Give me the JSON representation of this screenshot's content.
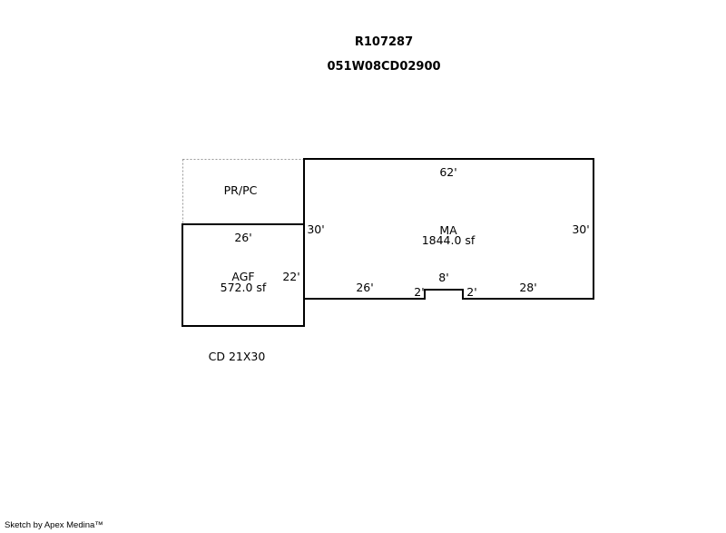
{
  "header": {
    "account_id": "R107287",
    "map_tax_lot": "051W08CD02900"
  },
  "areas": {
    "pr_pc": {
      "label": "PR/PC"
    },
    "agf": {
      "label": "AGF",
      "area": "572.0 sf",
      "dim_top": "26'",
      "dim_side": "22'"
    },
    "ma": {
      "label": "MA",
      "area": "1844.0 sf",
      "dim_top": "62'",
      "dim_left": "30'",
      "dim_right": "30'",
      "dim_bottom_left": "26'",
      "dim_notch_left": "2'",
      "dim_notch_top": "8'",
      "dim_notch_right": "2'",
      "dim_bottom_right": "28'"
    }
  },
  "note": "CD 21X30",
  "credit": "Sketch by Apex Medina™"
}
